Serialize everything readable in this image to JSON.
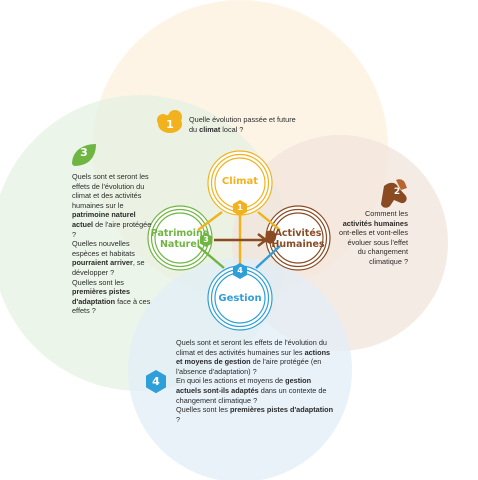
{
  "circles": {
    "climat": {
      "number": "1",
      "label": "Climat",
      "question": [
        "Quelle évolution passée et future",
        "du ",
        "climat",
        " local ?"
      ],
      "color": "#f2b21d"
    },
    "patrimoine": {
      "number": "3",
      "label_line1": "Patrimoine",
      "label_line2": "Naturel",
      "color": "#6fb542",
      "q1": {
        "a": "Quels sont et seront les effets de l'évolution du climat et des activités humaines sur le ",
        "b": "patrimoine naturel actuel",
        "c": " de l'aire protégée ?"
      },
      "q2": {
        "a": "Quelles nouvelles espèces et habitats ",
        "b": "pourraient arriver",
        "c": ", se développer ?"
      },
      "q3": {
        "a": "Quelles sont les ",
        "b": "premières pistes d'adaptation",
        "c": " face à ces effets ?"
      }
    },
    "activites": {
      "number": "2",
      "label_line1": "Activités",
      "label_line2": "Humaines",
      "color": "#8a4a22",
      "q1": {
        "a": "Comment les ",
        "b": "activités humaines",
        "c": " ont-elles et vont-elles évoluer sous l'effet du changement climatique ?"
      }
    },
    "gestion": {
      "number": "4",
      "label": "Gestion",
      "color": "#2f9fd9",
      "q1": {
        "a": "Quels sont et seront les effets de l'évolution du climat et des activités humaines sur les ",
        "b": "actions et moyens de gestion",
        "c": " de l'aire protégée (en l'absence d'adaptation) ?"
      },
      "q2": {
        "a": "En quoi les actions et moyens de ",
        "b": "gestion actuels sont-ils adaptés",
        "c": " dans un contexte de changement climatique ?"
      },
      "q3": {
        "a": "Quelles sont les ",
        "b": "premières pistes d'adaptation",
        "c": " ?"
      }
    }
  }
}
